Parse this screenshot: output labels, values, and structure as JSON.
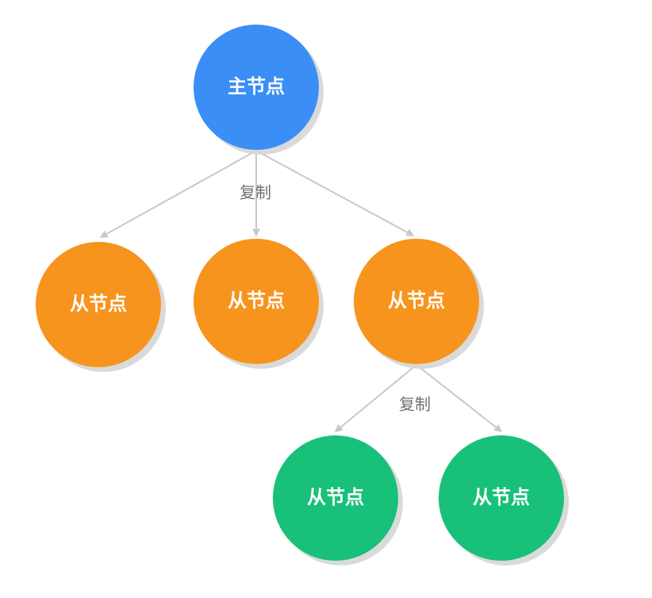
{
  "diagram": {
    "labels": {
      "master": "主节点",
      "slave1": "从节点",
      "slave2": "从节点",
      "slave3": "从节点",
      "slave4": "从节点",
      "slave5": "从节点",
      "copy_top": "复制",
      "copy_bottom": "复制"
    },
    "colors": {
      "master": "#3a8ef6",
      "slave_orange": "#f7941d",
      "slave_green": "#19c07a",
      "edge": "#c8c8c8",
      "shadow": "#d6d6d6"
    }
  }
}
